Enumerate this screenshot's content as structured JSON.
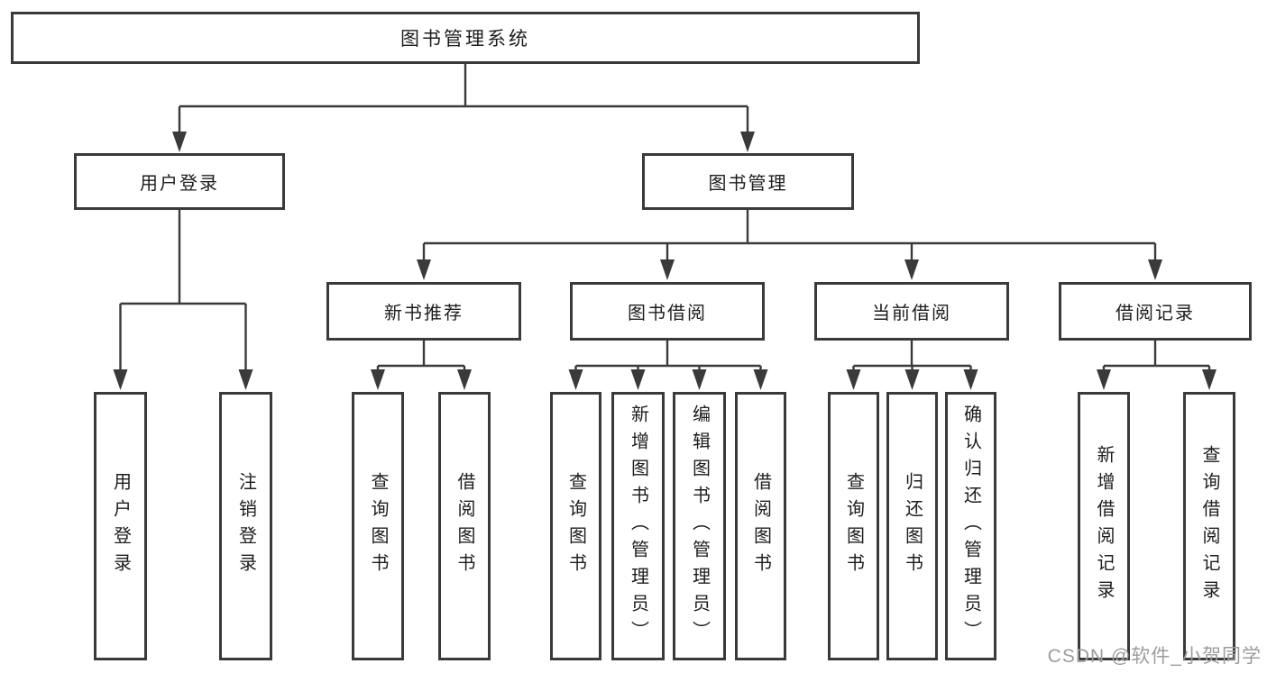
{
  "tree": {
    "root": "图书管理系统",
    "user_login": {
      "label": "用户登录",
      "children": [
        "用户登录",
        "注销登录"
      ]
    },
    "book_management": {
      "label": "图书管理",
      "sections": [
        {
          "label": "新书推荐",
          "children": [
            "查询图书",
            "借阅图书"
          ]
        },
        {
          "label": "图书借阅",
          "children": [
            "查询图书",
            "新增图书（管理员）",
            "编辑图书（管理员）",
            "借阅图书"
          ]
        },
        {
          "label": "当前借阅",
          "children": [
            "查询图书",
            "归还图书",
            "确认归还（管理员）"
          ]
        },
        {
          "label": "借阅记录",
          "children": [
            "新增借阅记录",
            "查询借阅记录"
          ]
        }
      ]
    }
  },
  "watermark": "CSDN @软件_小贺同学",
  "colors": {
    "line": "#3a3a3a",
    "text": "#1d1d1d",
    "watermark": "#9c9c9c",
    "background": "#ffffff"
  }
}
